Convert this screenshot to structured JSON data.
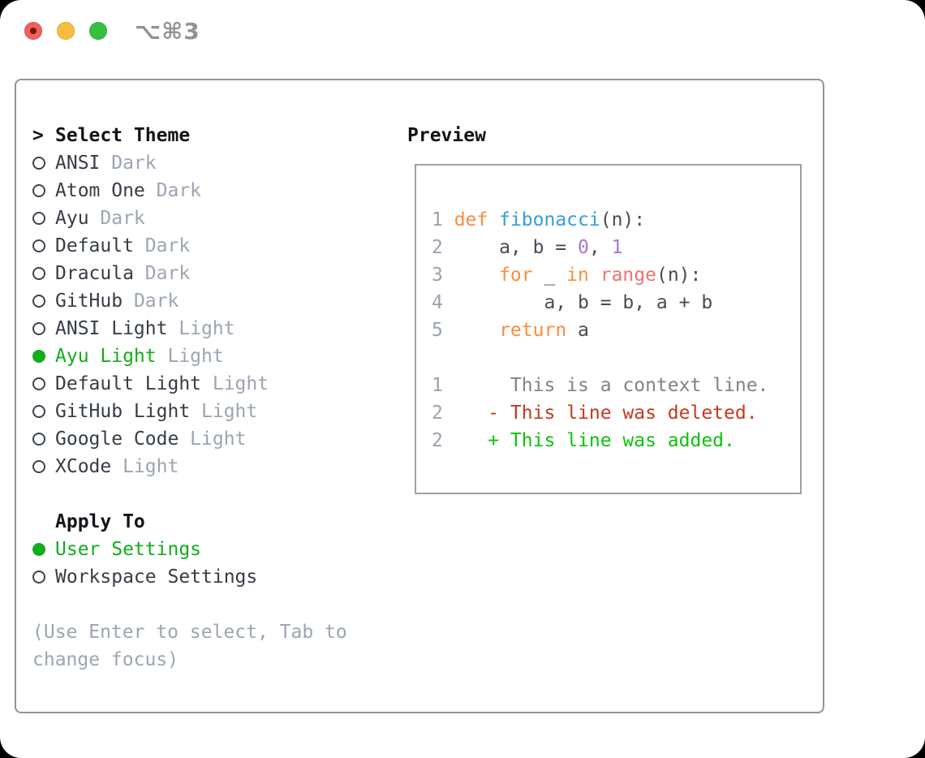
{
  "titlebar": {
    "shortcut": "⌥⌘3"
  },
  "colors": {
    "header_text": "#111418",
    "item_text": "#363d46",
    "muted": "#9ca5b3",
    "selected_green": "#11ad1d",
    "panel_border": "#8d95a2",
    "preview_border": "#9aa1ad",
    "line_number": "#99a2af",
    "code": "#464d54",
    "keyword": "#fa8d3e",
    "function": "#359de2",
    "number": "#a37acc",
    "builtin": "#f07171",
    "context": "#7d848d",
    "deleted": "#c43a20",
    "added": "#0dc20d",
    "traffic_red": "#f2605a",
    "traffic_yellow": "#f6bd3f",
    "traffic_green": "#35c13f"
  },
  "theme_list": {
    "header": "Select Theme",
    "items": [
      {
        "name": "ANSI",
        "variant": "Dark",
        "selected": false
      },
      {
        "name": "Atom One",
        "variant": "Dark",
        "selected": false
      },
      {
        "name": "Ayu",
        "variant": "Dark",
        "selected": false
      },
      {
        "name": "Default",
        "variant": "Dark",
        "selected": false
      },
      {
        "name": "Dracula",
        "variant": "Dark",
        "selected": false
      },
      {
        "name": "GitHub",
        "variant": "Dark",
        "selected": false
      },
      {
        "name": "ANSI Light",
        "variant": "Light",
        "selected": false
      },
      {
        "name": "Ayu Light",
        "variant": "Light",
        "selected": true
      },
      {
        "name": "Default Light",
        "variant": "Light",
        "selected": false
      },
      {
        "name": "GitHub Light",
        "variant": "Light",
        "selected": false
      },
      {
        "name": "Google Code",
        "variant": "Light",
        "selected": false
      },
      {
        "name": "XCode",
        "variant": "Light",
        "selected": false
      }
    ]
  },
  "apply_to": {
    "header": "Apply To",
    "items": [
      {
        "name": "User Settings",
        "selected": true
      },
      {
        "name": "Workspace Settings",
        "selected": false
      }
    ]
  },
  "hint_lines": [
    "(Use Enter to select, Tab to",
    "change focus)"
  ],
  "preview": {
    "label": "Preview",
    "lines": [
      {
        "num": "1",
        "segments": [
          {
            "t": "def",
            "c": "keyword"
          },
          {
            "t": " ",
            "c": "code"
          },
          {
            "t": "fibonacci",
            "c": "function"
          },
          {
            "t": "(n):",
            "c": "code"
          }
        ]
      },
      {
        "num": "2",
        "segments": [
          {
            "t": "    a, b = ",
            "c": "code"
          },
          {
            "t": "0",
            "c": "number"
          },
          {
            "t": ", ",
            "c": "code"
          },
          {
            "t": "1",
            "c": "number"
          }
        ]
      },
      {
        "num": "3",
        "segments": [
          {
            "t": "    ",
            "c": "code"
          },
          {
            "t": "for",
            "c": "keyword"
          },
          {
            "t": " _ ",
            "c": "code"
          },
          {
            "t": "in",
            "c": "keyword"
          },
          {
            "t": " ",
            "c": "code"
          },
          {
            "t": "range",
            "c": "builtin"
          },
          {
            "t": "(n):",
            "c": "code"
          }
        ]
      },
      {
        "num": "4",
        "segments": [
          {
            "t": "        a, b = b, a + b",
            "c": "code"
          }
        ]
      },
      {
        "num": "5",
        "segments": [
          {
            "t": "    ",
            "c": "code"
          },
          {
            "t": "return",
            "c": "keyword"
          },
          {
            "t": " a",
            "c": "code"
          }
        ]
      },
      {
        "num": "",
        "segments": []
      },
      {
        "num": "1",
        "segments": [
          {
            "t": "     This is a context line.",
            "c": "context"
          }
        ]
      },
      {
        "num": "2",
        "segments": [
          {
            "t": "   - This line was deleted.",
            "c": "deleted"
          }
        ]
      },
      {
        "num": "2",
        "segments": [
          {
            "t": "   + This line was added.",
            "c": "added"
          }
        ]
      }
    ]
  }
}
